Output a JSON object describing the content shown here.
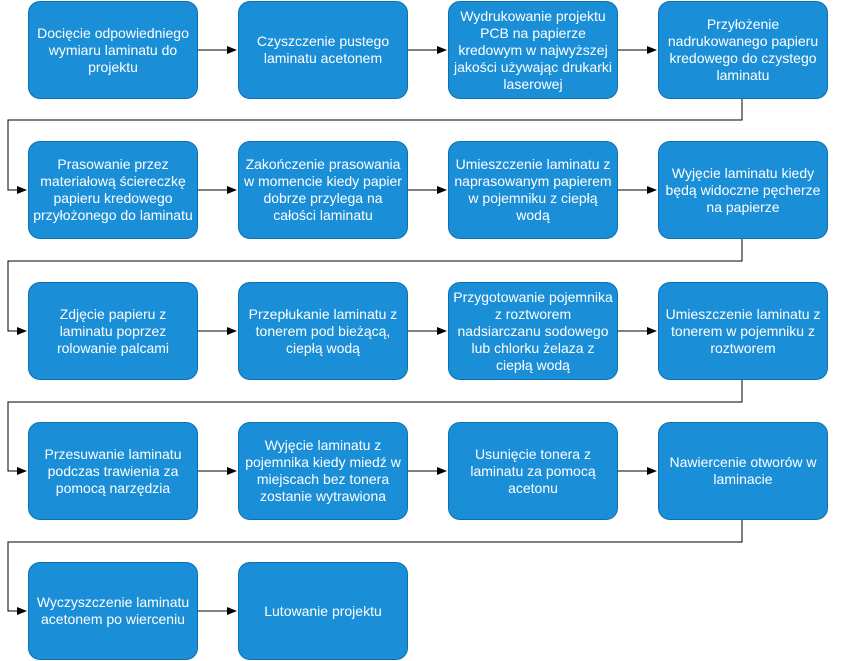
{
  "diagram": {
    "type": "flowchart",
    "colors": {
      "box_fill": "#1a8fd8",
      "box_border": "#0b6fb0",
      "text": "#ffffff",
      "connector": "#000000"
    },
    "steps": [
      "Docięcie odpowiedniego wymiaru laminatu do projektu",
      "Czyszczenie pustego laminatu acetonem",
      "Wydrukowanie projektu PCB na papierze kredowym w najwyższej jakości używając drukarki laserowej",
      "Przyłożenie nadrukowanego papieru kredowego do czystego laminatu",
      "Prasowanie przez materiałową ściereczkę papieru kredowego przyłożonego do laminatu",
      "Zakończenie prasowania w momencie kiedy papier dobrze przylega na całości laminatu",
      "Umieszczenie laminatu z naprasowanym papierem w pojemniku z ciepłą wodą",
      "Wyjęcie laminatu kiedy będą widoczne pęcherze na papierze",
      "Zdjęcie papieru z laminatu poprzez rolowanie palcami",
      "Przepłukanie laminatu z tonerem pod bieżącą, ciepłą wodą",
      "Przygotowanie pojemnika z roztworem nadsiarczanu sodowego lub chlorku żelaza z ciepłą wodą",
      "Umieszczenie laminatu z tonerem w pojemniku z roztworem",
      "Przesuwanie laminatu podczas trawienia za pomocą narzędzia",
      "Wyjęcie laminatu z pojemnika kiedy miedź w miejscach bez tonera zostanie wytrawiona",
      "Usunięcie tonera z laminatu za pomocą acetonu",
      "Nawiercenie otworów w laminacie",
      "Wyczyszczenie laminatu acetonem po wierceniu",
      "Lutowanie projektu"
    ]
  }
}
